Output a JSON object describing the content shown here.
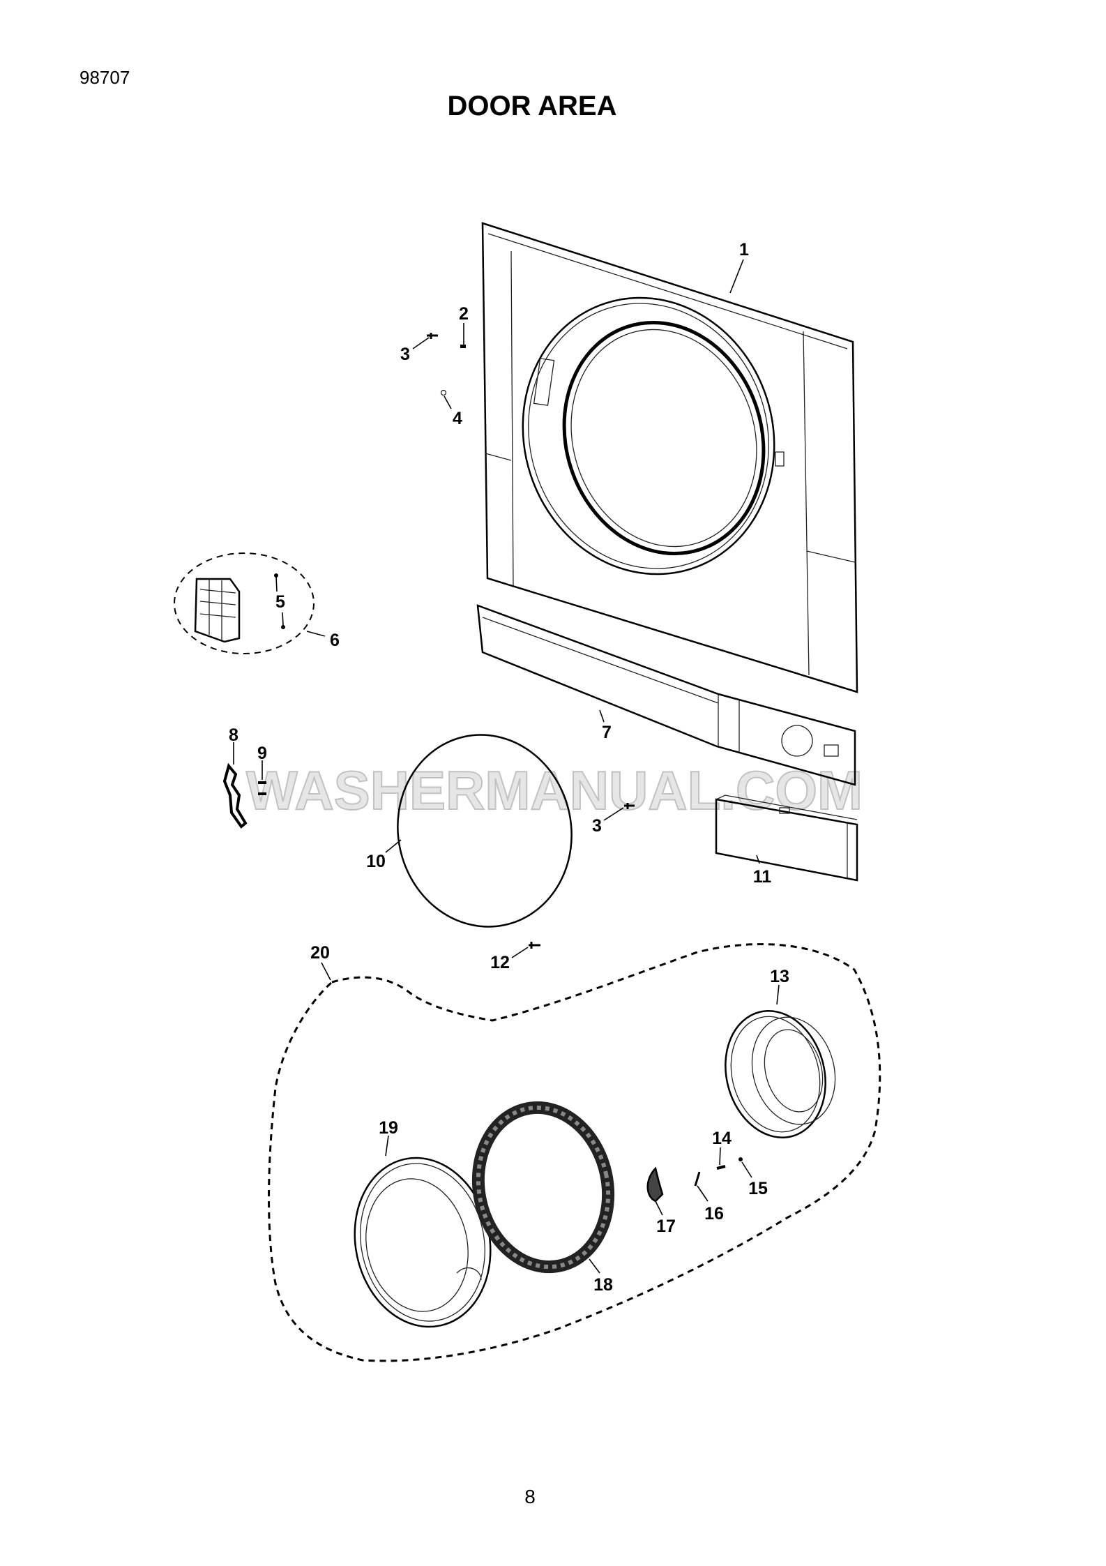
{
  "doc_code": "98707",
  "title": "DOOR AREA",
  "page_number": "8",
  "watermark": "WASHERMANUAL.COM",
  "callouts": {
    "c1": "1",
    "c2": "2",
    "c3a": "3",
    "c4": "4",
    "c5": "5",
    "c6": "6",
    "c7": "7",
    "c8": "8",
    "c9": "9",
    "c10": "10",
    "c3b": "3",
    "c11": "11",
    "c12": "12",
    "c13": "13",
    "c14": "14",
    "c15": "15",
    "c16": "16",
    "c17": "17",
    "c18": "18",
    "c19": "19",
    "c20": "20"
  }
}
